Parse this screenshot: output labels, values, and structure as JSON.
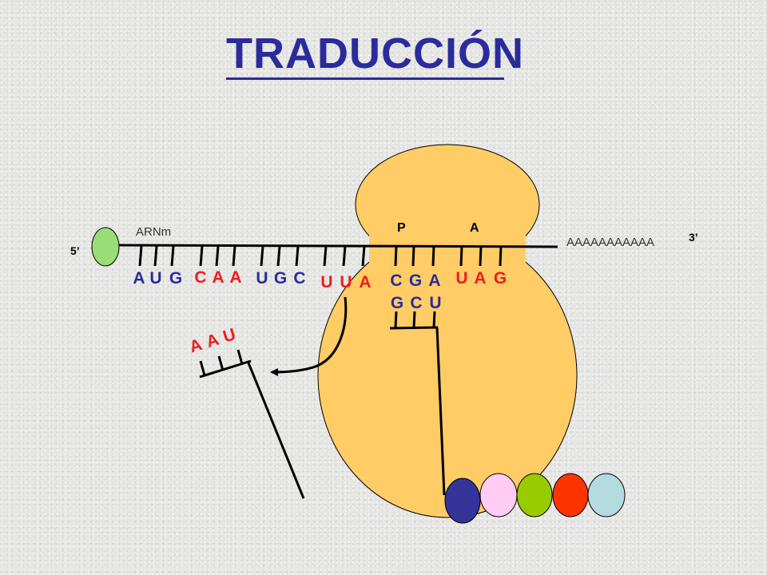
{
  "title": "TRADUCCIÓN",
  "labels": {
    "mrna": "ARNm",
    "five_prime": "5’",
    "three_prime": "3’",
    "poly_a": "AAAAAAAAAAA",
    "site_p": "P",
    "site_a": "A"
  },
  "mrna_codons": [
    {
      "letters": [
        "A",
        "U",
        "G"
      ],
      "color": "#2b2b9b"
    },
    {
      "letters": [
        "C",
        "A",
        "A"
      ],
      "color": "#ee1c1c"
    },
    {
      "letters": [
        "U",
        "G",
        "C"
      ],
      "color": "#2b2b9b"
    },
    {
      "letters": [
        "U",
        "U",
        "A"
      ],
      "color": "#ee1c1c"
    },
    {
      "letters": [
        "C",
        "G",
        "A"
      ],
      "color": "#2b2b9b"
    },
    {
      "letters": [
        "U",
        "A",
        "G"
      ],
      "color": "#ee1c1c"
    }
  ],
  "trna_anticodon": {
    "letters": [
      "G",
      "C",
      "U"
    ],
    "color": "#2b2b9b"
  },
  "released_trna": {
    "letters": [
      "A",
      "A",
      "U"
    ],
    "color": "#ee1c1c"
  },
  "amino_acids": [
    {
      "color": "#333399"
    },
    {
      "color": "#ffccf5"
    },
    {
      "color": "#99cc00"
    },
    {
      "color": "#ff3300"
    },
    {
      "color": "#b3dbe0"
    }
  ],
  "colors": {
    "ribosome": "#ffcc66",
    "cap": "#99dd77",
    "blue": "#2b2b9b",
    "red": "#ee1c1c"
  }
}
